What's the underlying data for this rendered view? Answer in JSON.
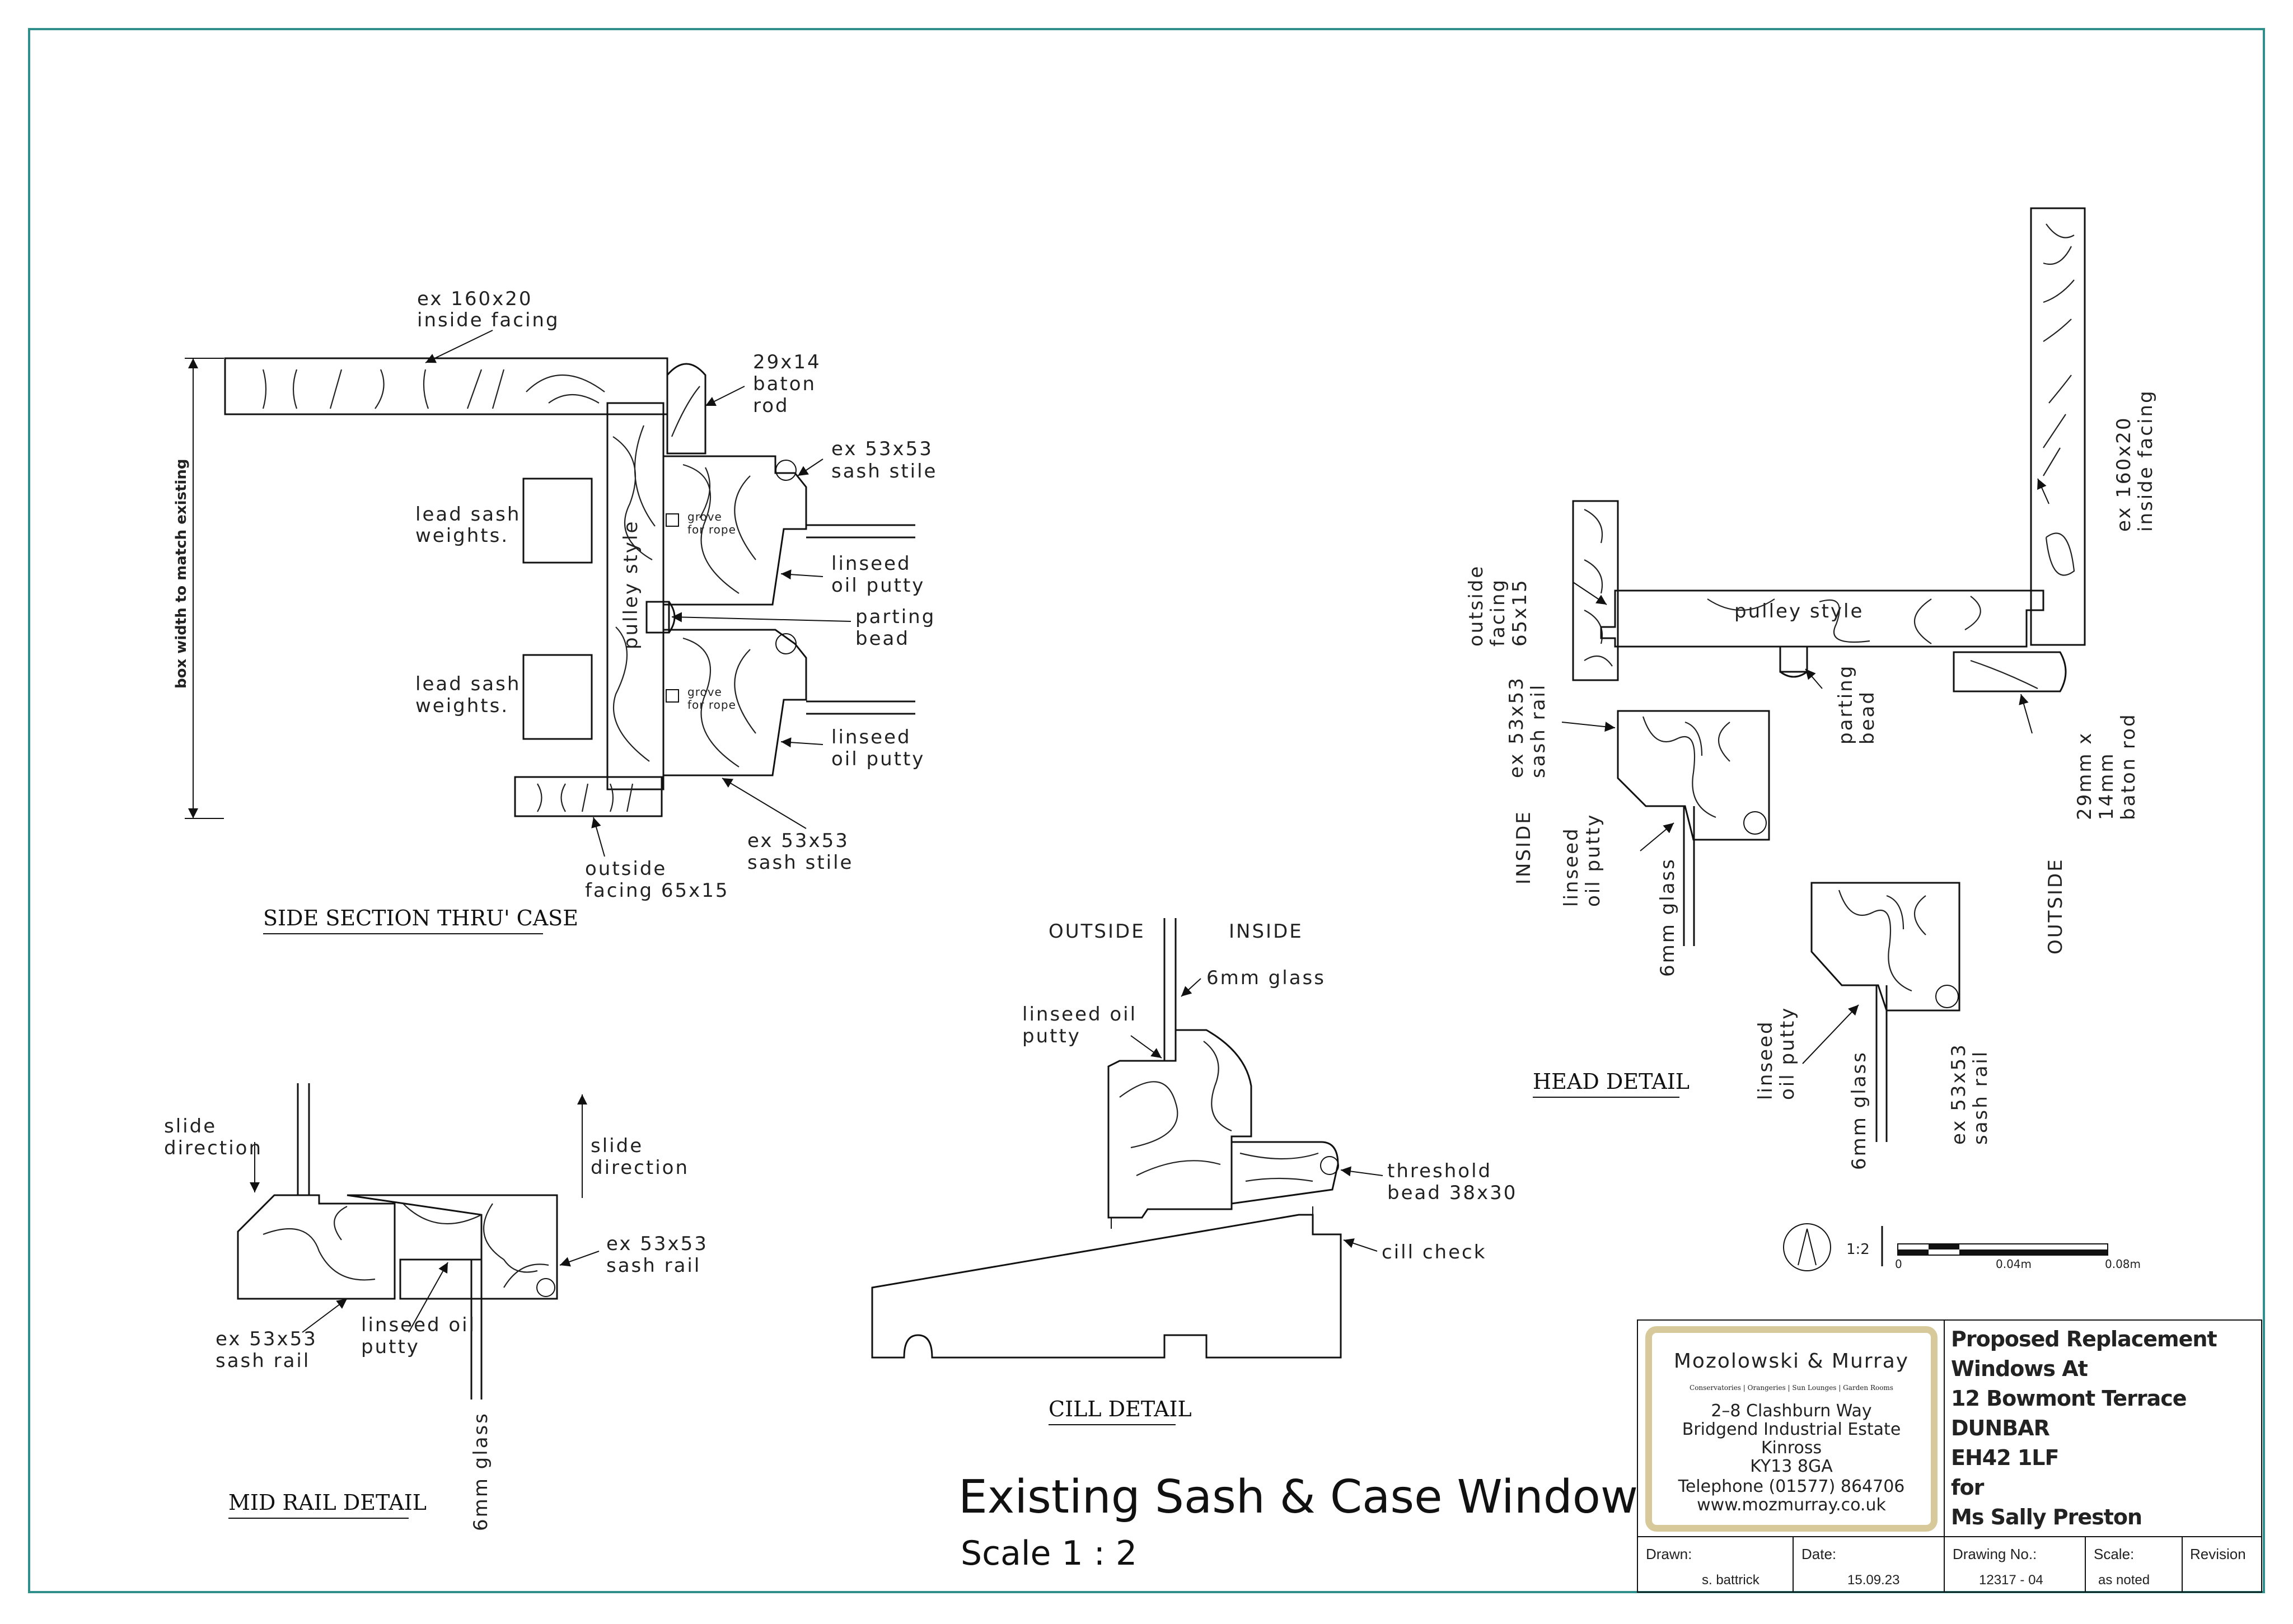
{
  "sheet": {
    "border_color": "#2f8f8a",
    "title_main": "Existing Sash & Case Window",
    "title_scale": "Scale 1 : 2"
  },
  "side_section": {
    "title": "SIDE SECTION THRU' CASE",
    "labels": {
      "inside_facing": [
        "ex  160x20",
        "inside  facing"
      ],
      "baton_rod": [
        "29x14",
        "baton",
        "rod"
      ],
      "sash_stile_top": [
        "ex  53x53",
        "sash  stile"
      ],
      "putty_top": [
        "linseed",
        "oil  putty"
      ],
      "parting_bead": [
        "parting",
        "bead"
      ],
      "putty_bottom": [
        "linseed",
        "oil  putty"
      ],
      "sash_stile_bottom": [
        "ex  53x53",
        "sash  stile"
      ],
      "outside_facing": [
        "outside",
        "facing  65x15"
      ],
      "weights_top": [
        "lead  sash",
        "weights."
      ],
      "weights_bottom": [
        "lead  sash",
        "weights."
      ],
      "pulley_style": "pulley  style",
      "grove_top": [
        "grove",
        "for  rope"
      ],
      "grove_bottom": [
        "grove",
        "for  rope"
      ],
      "box_width": "box width to match existing"
    }
  },
  "mid_rail": {
    "title": "MID RAIL DETAIL",
    "labels": {
      "slide_left": [
        "slide",
        "direction"
      ],
      "slide_right": [
        "slide",
        "direction"
      ],
      "sash_rail_right": [
        "ex  53x53",
        "sash  rail"
      ],
      "sash_rail_left": [
        "ex  53x53",
        "sash  rail"
      ],
      "putty": [
        "linseed  oil",
        "putty"
      ],
      "glass": "6mm  glass"
    }
  },
  "cill": {
    "title": "CILL DETAIL",
    "labels": {
      "outside": "OUTSIDE",
      "inside": "INSIDE",
      "glass": "6mm  glass",
      "putty": [
        "linseed  oil",
        "putty"
      ],
      "threshold": [
        "threshold",
        "bead  38x30"
      ],
      "cill_check": "cill  check"
    }
  },
  "head": {
    "title": "HEAD DETAIL",
    "labels": {
      "outside_facing": [
        "outside",
        "facing",
        "65x15"
      ],
      "pulley_style": "pulley  style",
      "inside_facing": [
        "ex  160x20",
        "inside  facing"
      ],
      "parting_bead": [
        "parting",
        "bead"
      ],
      "baton_rod": [
        "29mm  x",
        "14mm",
        "baton  rod"
      ],
      "sash_rail_top": [
        "ex  53x53",
        "sash  rail"
      ],
      "putty_top": [
        "linseed",
        "oil  putty"
      ],
      "glass_top": "6mm  glass",
      "inside": "INSIDE",
      "outside": "OUTSIDE",
      "putty_bottom": [
        "linseed",
        "oil  putty"
      ],
      "glass_bottom": "6mm  glass",
      "sash_rail_bottom": [
        "ex  53x53",
        "sash  rail"
      ]
    }
  },
  "scale_bar": {
    "ratio": "1:2",
    "ticks": [
      "0",
      "0.04m",
      "0.08m"
    ]
  },
  "company": {
    "name": "Mozolowski  &  Murray",
    "tagline": "Conservatories | Orangeries | Sun Lounges | Garden Rooms",
    "address": [
      "2–8  Clashburn  Way",
      "Bridgend  Industrial  Estate",
      "Kinross",
      "KY13  8GA",
      "Telephone  (01577)  864706",
      "www.mozmurray.co.uk"
    ],
    "frame_color": "#d8c99a"
  },
  "project": {
    "lines": [
      "Proposed Replacement",
      "Windows At",
      "12 Bowmont Terrace",
      "DUNBAR",
      "EH42 1LF",
      "for",
      "Ms Sally Preston"
    ]
  },
  "title_block": {
    "fields": [
      {
        "label": "Drawn:",
        "value": "s. battrick"
      },
      {
        "label": "Date:",
        "value": "15.09.23"
      },
      {
        "label": "Drawing No.:",
        "value": "12317 - 04"
      },
      {
        "label": "Scale:",
        "value": "as noted"
      },
      {
        "label": "Revision",
        "value": ""
      }
    ]
  }
}
